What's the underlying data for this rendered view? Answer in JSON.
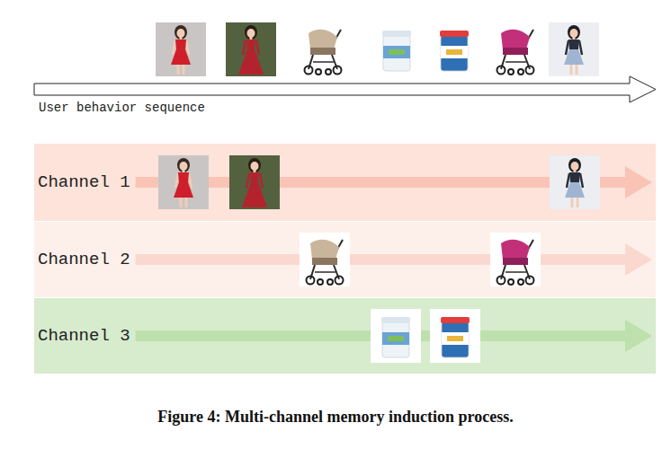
{
  "diagram": {
    "caption": "Figure 4: Multi-channel memory induction process.",
    "nodes": [
      {
        "text": [
          "Channel 1"
        ]
      },
      {
        "text": [
          "Channel 2"
        ]
      },
      {
        "text": [
          "Channel 3"
        ]
      }
    ],
    "labels": [
      "User behavior sequence"
    ]
  }
}
